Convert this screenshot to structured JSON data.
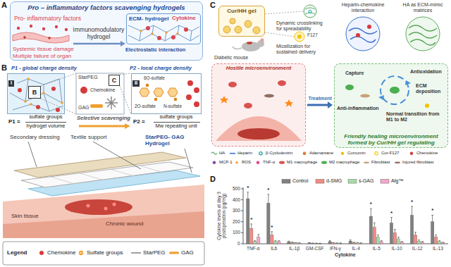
{
  "diagram": {
    "nodes": [
      {
        "text": [
          "Pro – inflammatory factors scavenging hydrogels"
        ]
      },
      {
        "text": [
          "ECM- hydrogel"
        ],
        "in": 0
      },
      {
        "text": [
          "I"
        ]
      },
      {
        "text": [
          "B"
        ],
        "in": 2
      },
      {
        "text": [
          "C"
        ]
      },
      {
        "text": [
          "II"
        ]
      },
      {
        "text": [
          "Cur/HH gel"
        ]
      },
      {
        "text": [
          "Hostile microenvironment"
        ]
      },
      {
        "text": [
          "Friendly healing microenvironment formed by Cur/HH gel regulating"
        ]
      }
    ],
    "edges": [
      {
        "from": 7,
        "to": 8,
        "label": "Treatment",
        "arrow": "to"
      }
    ],
    "labels": [
      "A",
      "Pro- inflammatory factors",
      "Systemic tissue damage",
      "Multiple failure of organ",
      "Immunomodulatory hydrogel",
      "Cytokine",
      "Electrostatic interaction",
      "B",
      "P1 - global charge density",
      "P2 - local charge density",
      "StarPEG",
      "Chemokine",
      "GAG",
      "6O-sulfate",
      "2O-sulfate",
      "N-sulfate",
      "P1 =",
      "sulfate groups",
      "hydrogel volume",
      "Selective scavenging",
      "P2 =",
      "sulfate groups",
      "Mw repeating unit",
      "Secondary dressing",
      "Textile support",
      "StarPEG- GAG Hydrogel",
      "Skin tissue",
      "Chronic wound",
      "Legend",
      "C",
      "Dynamic crosslinking for spreadability",
      "Micellization for sustained delivery",
      "F127",
      "Heparin-chemokine interaction",
      "HA as ECM-mimic matrices",
      "Diabetic mouse",
      "Capture",
      "Antioxidation",
      "Anti-inflammation",
      "Normal transition from M1 to M2",
      "ECM deposition",
      "D",
      "500",
      "400",
      "300",
      "200",
      "100",
      "0",
      "Cytokine levels at day 3 postoperation (pg/mg)",
      "TNF-α",
      "IL6",
      "IL-1β",
      "GM-CSF",
      "IFN-γ",
      "IL-4",
      "IL-5",
      "IL-10",
      "IL-12",
      "IL-13",
      "Cytokine",
      "*",
      "*",
      "*",
      "*",
      "*",
      "*",
      "*",
      "*"
    ],
    "legend": [
      {
        "text": "Chemokine"
      },
      {
        "text": "Sulfate groups"
      },
      {
        "text": "StarPEG"
      },
      {
        "text": "GAG"
      },
      {
        "text": "HA"
      },
      {
        "text": "Heparin"
      },
      {
        "text": "β-Cyclodextrin"
      },
      {
        "text": "Adamantane"
      },
      {
        "text": "Curcumin"
      },
      {
        "text": "Cur-F127"
      },
      {
        "text": "Chemokine"
      },
      {
        "text": "MCP-1"
      },
      {
        "text": "ROS"
      },
      {
        "text": "TNF-α"
      },
      {
        "text": "M1 macrophage"
      },
      {
        "text": "M2 macrophage"
      },
      {
        "text": "Fibroblast"
      },
      {
        "text": "Injured fibroblast"
      },
      {
        "text": "Control",
        "color": "#808080"
      },
      {
        "text": "d-SMG",
        "color": "#f28b82"
      },
      {
        "text": "s-GAG",
        "color": "#a8dba8"
      },
      {
        "text": "Atg™",
        "color": "#f4a6c8"
      }
    ]
  }
}
